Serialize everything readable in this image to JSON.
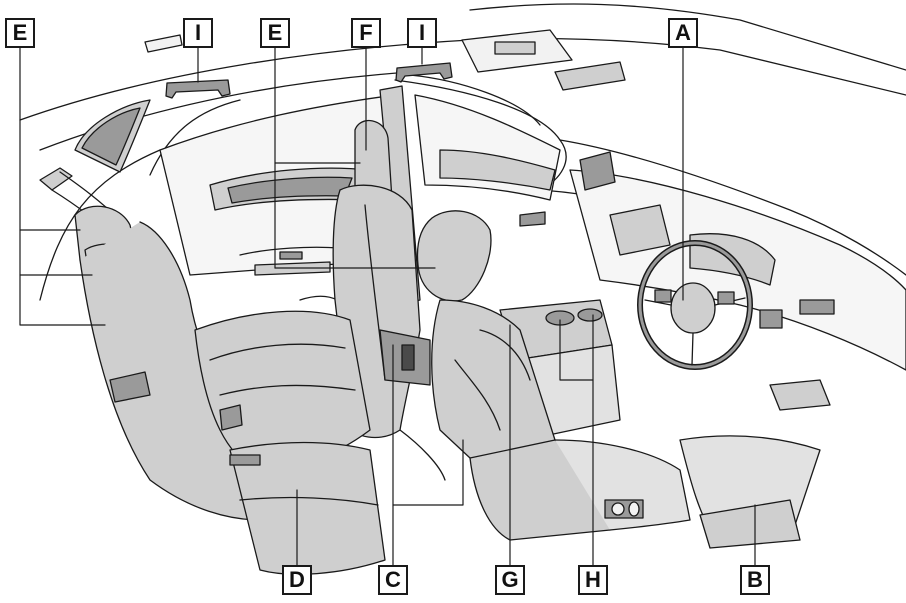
{
  "callouts": {
    "e_left": "E",
    "i_left": "I",
    "e_mid": "E",
    "f_top": "F",
    "i_right": "I",
    "a_top": "A",
    "d_bottom": "D",
    "c_bottom": "C",
    "g_bottom": "G",
    "h_bottom": "H",
    "b_bottom": "B"
  },
  "colors": {
    "line": "#1a1a1a",
    "seat_fill": "#cfcfcf",
    "seat_dark": "#9a9a9a",
    "background": "#ffffff"
  }
}
